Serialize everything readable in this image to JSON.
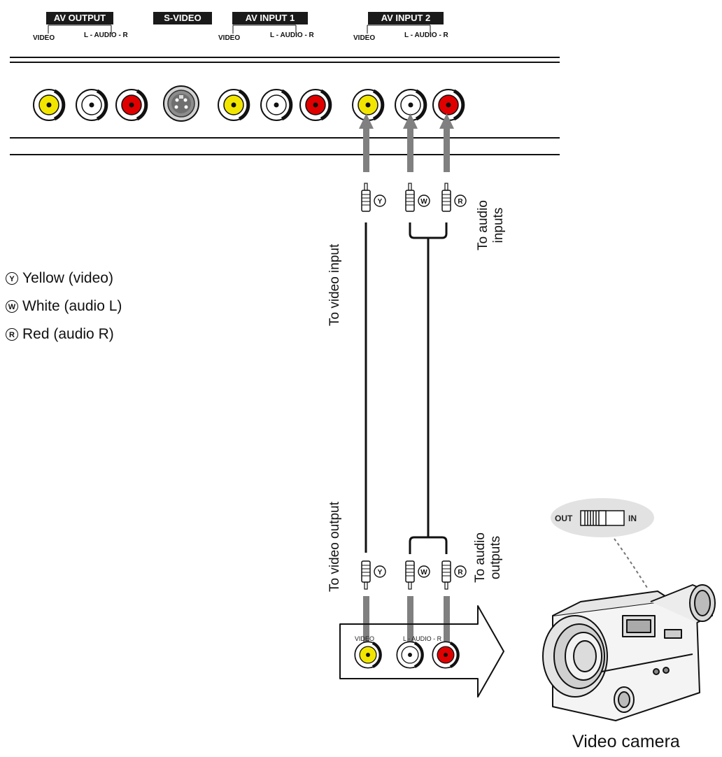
{
  "panel": {
    "groups": [
      {
        "label": "AV OUTPUT",
        "video": "VIDEO",
        "audio": "L - AUDIO - R"
      },
      {
        "label": "S-VIDEO"
      },
      {
        "label": "AV INPUT 1",
        "video": "VIDEO",
        "audio": "L - AUDIO - R"
      },
      {
        "label": "AV INPUT 2",
        "video": "VIDEO",
        "audio": "L - AUDIO - R"
      }
    ]
  },
  "legend": [
    {
      "badge": "Y",
      "text": "Yellow (video)"
    },
    {
      "badge": "W",
      "text": "White (audio L)"
    },
    {
      "badge": "R",
      "text": "Red (audio R)"
    }
  ],
  "labels": {
    "to_video_input": "To video input",
    "to_audio_inputs_1": "To audio",
    "to_audio_inputs_2": "inputs",
    "to_video_output": "To video output",
    "to_audio_outputs_1": "To audio",
    "to_audio_outputs_2": "outputs"
  },
  "plug_badges": {
    "y": "Y",
    "w": "W",
    "r": "R"
  },
  "camera": {
    "caption": "Video camera",
    "switch_out": "OUT",
    "switch_in": "IN",
    "jack_video": "VIDEO",
    "jack_audio": "L - AUDIO - R"
  },
  "colors": {
    "yellow": "#f2e600",
    "white": "#ffffff",
    "red": "#e00000",
    "arrow": "#808080"
  }
}
